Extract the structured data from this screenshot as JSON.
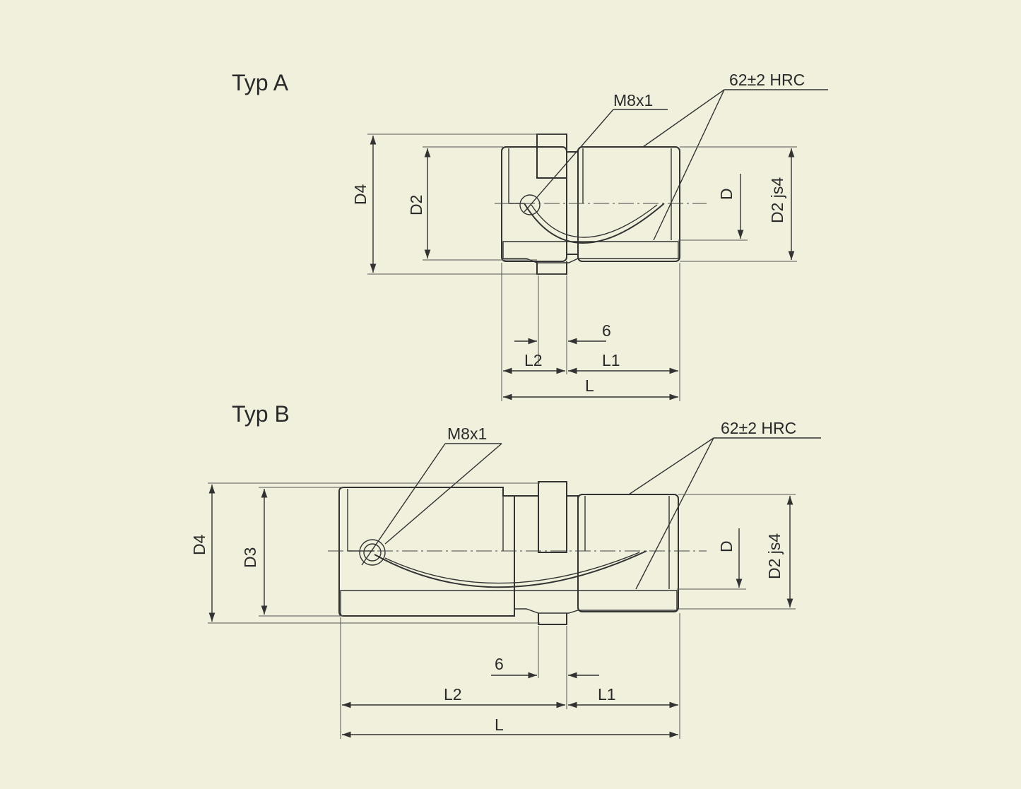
{
  "diagram_a": {
    "title": "Typ A",
    "thread_label": "M8x1",
    "hardness_label": "62±2 HRC",
    "dim_d4": "D4",
    "dim_d2_left": "D2",
    "dim_d": "D",
    "dim_d2_tol": "D2 js4",
    "dim_six": "6",
    "dim_l2": "L2",
    "dim_l1": "L1",
    "dim_l": "L"
  },
  "diagram_b": {
    "title": "Typ B",
    "thread_label": "M8x1",
    "hardness_label": "62±2 HRC",
    "dim_d4": "D4",
    "dim_d3": "D3",
    "dim_d": "D",
    "dim_d2_tol": "D2 js4",
    "dim_six": "6",
    "dim_l2": "L2",
    "dim_l1": "L1",
    "dim_l": "L"
  },
  "colors": {
    "background": "#f0f0dc",
    "line": "#333333"
  }
}
